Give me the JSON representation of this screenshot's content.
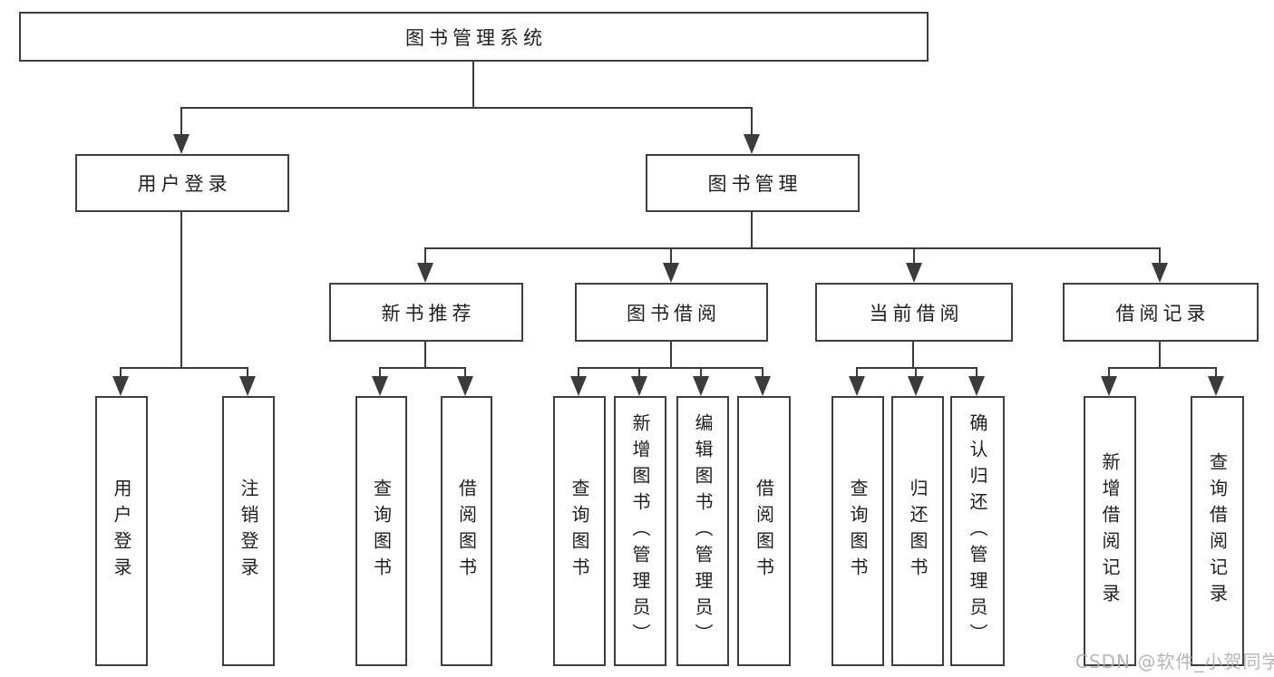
{
  "tree": {
    "root": {
      "label": "图书管理系统"
    },
    "children": [
      {
        "label": "用户登录",
        "children": [
          {
            "label": "用户登录"
          },
          {
            "label": "注销登录"
          }
        ]
      },
      {
        "label": "图书管理",
        "children": [
          {
            "label": "新书推荐",
            "children": [
              {
                "label": "查询图书"
              },
              {
                "label": "借阅图书"
              }
            ]
          },
          {
            "label": "图书借阅",
            "children": [
              {
                "label": "查询图书"
              },
              {
                "label": "新增图书（管理员）"
              },
              {
                "label": "编辑图书（管理员）"
              },
              {
                "label": "借阅图书"
              }
            ]
          },
          {
            "label": "当前借阅",
            "children": [
              {
                "label": "查询图书"
              },
              {
                "label": "归还图书"
              },
              {
                "label": "确认归还（管理员）"
              }
            ]
          },
          {
            "label": "借阅记录",
            "children": [
              {
                "label": "新增借阅记录"
              },
              {
                "label": "查询借阅记录"
              }
            ]
          }
        ]
      }
    ]
  },
  "watermark": {
    "text": "CSDN @软件_小贺同学"
  },
  "colors": {
    "box_border": "#3f3f3f",
    "connector": "#3b3b3b",
    "text": "#1f1f1f",
    "watermark": "#aaaaaa",
    "background": "#ffffff"
  }
}
